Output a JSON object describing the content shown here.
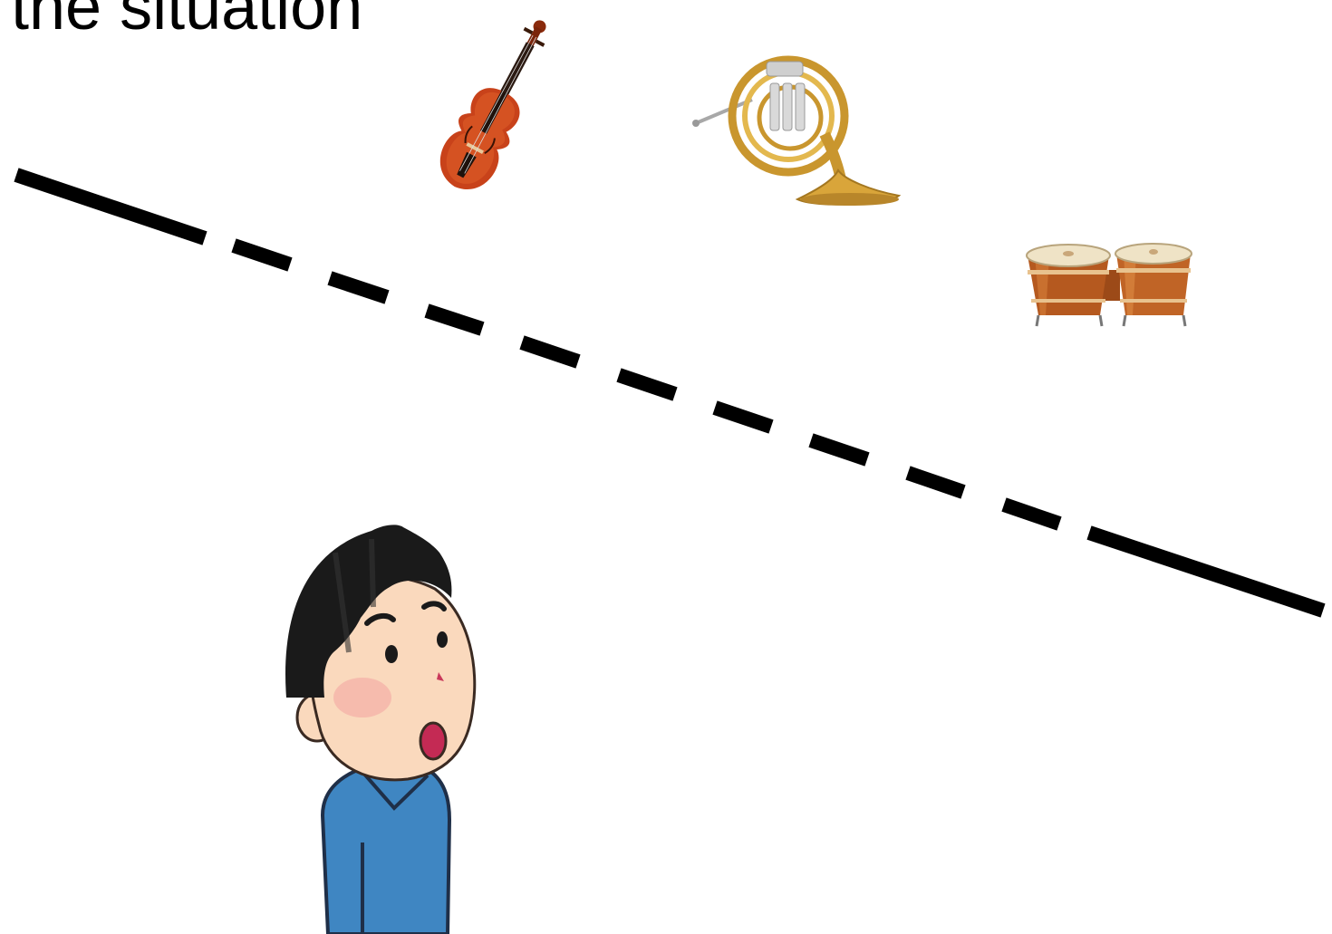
{
  "slide": {
    "title": "the situation"
  },
  "scene": {
    "instruments": [
      {
        "name": "violin"
      },
      {
        "name": "french-horn"
      },
      {
        "name": "bongo-drums"
      }
    ],
    "divider": {
      "style": "solid-dashed-solid"
    },
    "listener": {
      "name": "listener",
      "expression": "surprised"
    }
  },
  "colors": {
    "text": "#000000",
    "divider": "#000000",
    "violin_body": "#c8421a",
    "horn_brass": "#d4a53a",
    "drum_wood": "#b5591f",
    "shirt": "#3f86c2",
    "hair": "#1a1a1a",
    "skin": "#fad9bd"
  }
}
